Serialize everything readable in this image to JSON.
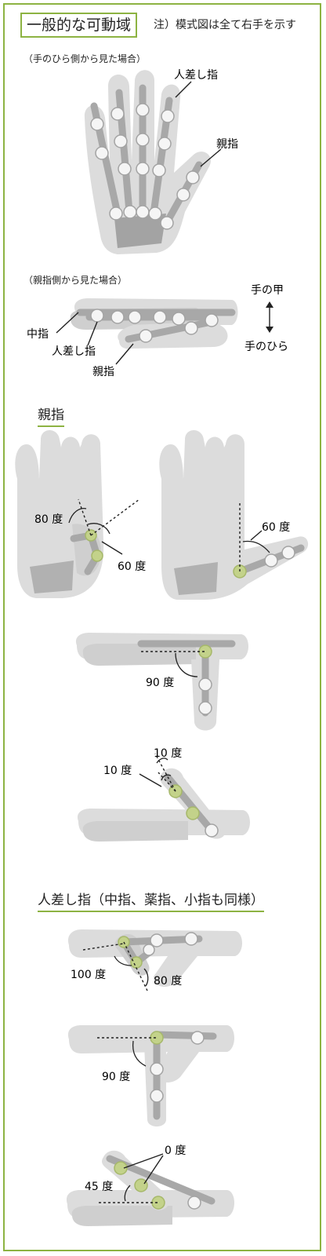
{
  "title": "一般的な可動域",
  "note": "注）模式図は全て右手を示す",
  "palm_view": {
    "caption": "（手のひら側から見た場合）",
    "label_index": "人差し指",
    "label_thumb": "親指"
  },
  "side_view": {
    "caption": "（親指側から見た場合）",
    "label_middle": "中指",
    "label_index": "人差し指",
    "label_thumb": "親指",
    "label_back": "手の甲",
    "label_palm": "手のひら"
  },
  "thumb_section": {
    "heading": "親指",
    "a1": "80 度",
    "a2": "60 度",
    "a3": "60 度",
    "a4": "90 度",
    "a5": "10 度",
    "a6": "10 度"
  },
  "index_section": {
    "heading": "人差し指（中指、薬指、小指も同様）",
    "a1": "100 度",
    "a2": "80 度",
    "a3": "90 度",
    "a4": "0 度",
    "a5": "45 度"
  },
  "colors": {
    "accent": "#8db342",
    "joint_green": "#c3d28a",
    "hand_light": "#dcdcdc",
    "hand_mid": "#c8c8c8",
    "bone": "#a8a8a8"
  }
}
